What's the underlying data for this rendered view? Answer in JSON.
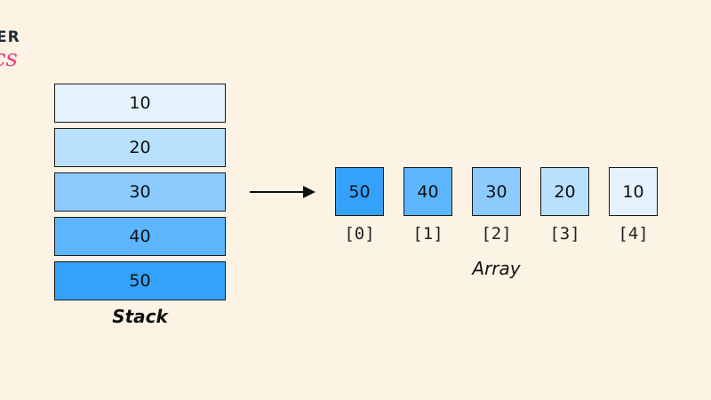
{
  "brand": {
    "line1": "ER",
    "line2": "cs",
    "color_dark": "#1c2b3a",
    "color_accent": "#e8407e"
  },
  "stack": {
    "caption": "Stack",
    "cells": [
      {
        "label": "10",
        "color": "#e4f2fd"
      },
      {
        "label": "20",
        "color": "#b9e0fd"
      },
      {
        "label": "30",
        "color": "#8bcbfd"
      },
      {
        "label": "40",
        "color": "#5db6fd"
      },
      {
        "label": "50",
        "color": "#34a2fb"
      }
    ]
  },
  "arrow": {
    "color": "#111111"
  },
  "array": {
    "caption": "Array",
    "cells": [
      {
        "label": "50",
        "index": "[0]",
        "color": "#34a2fb"
      },
      {
        "label": "40",
        "index": "[1]",
        "color": "#5db6fd"
      },
      {
        "label": "30",
        "index": "[2]",
        "color": "#8bcbfd"
      },
      {
        "label": "20",
        "index": "[3]",
        "color": "#b9e0fd"
      },
      {
        "label": "10",
        "index": "[4]",
        "color": "#e4f2fd"
      }
    ]
  },
  "background": "#fdf3e5"
}
